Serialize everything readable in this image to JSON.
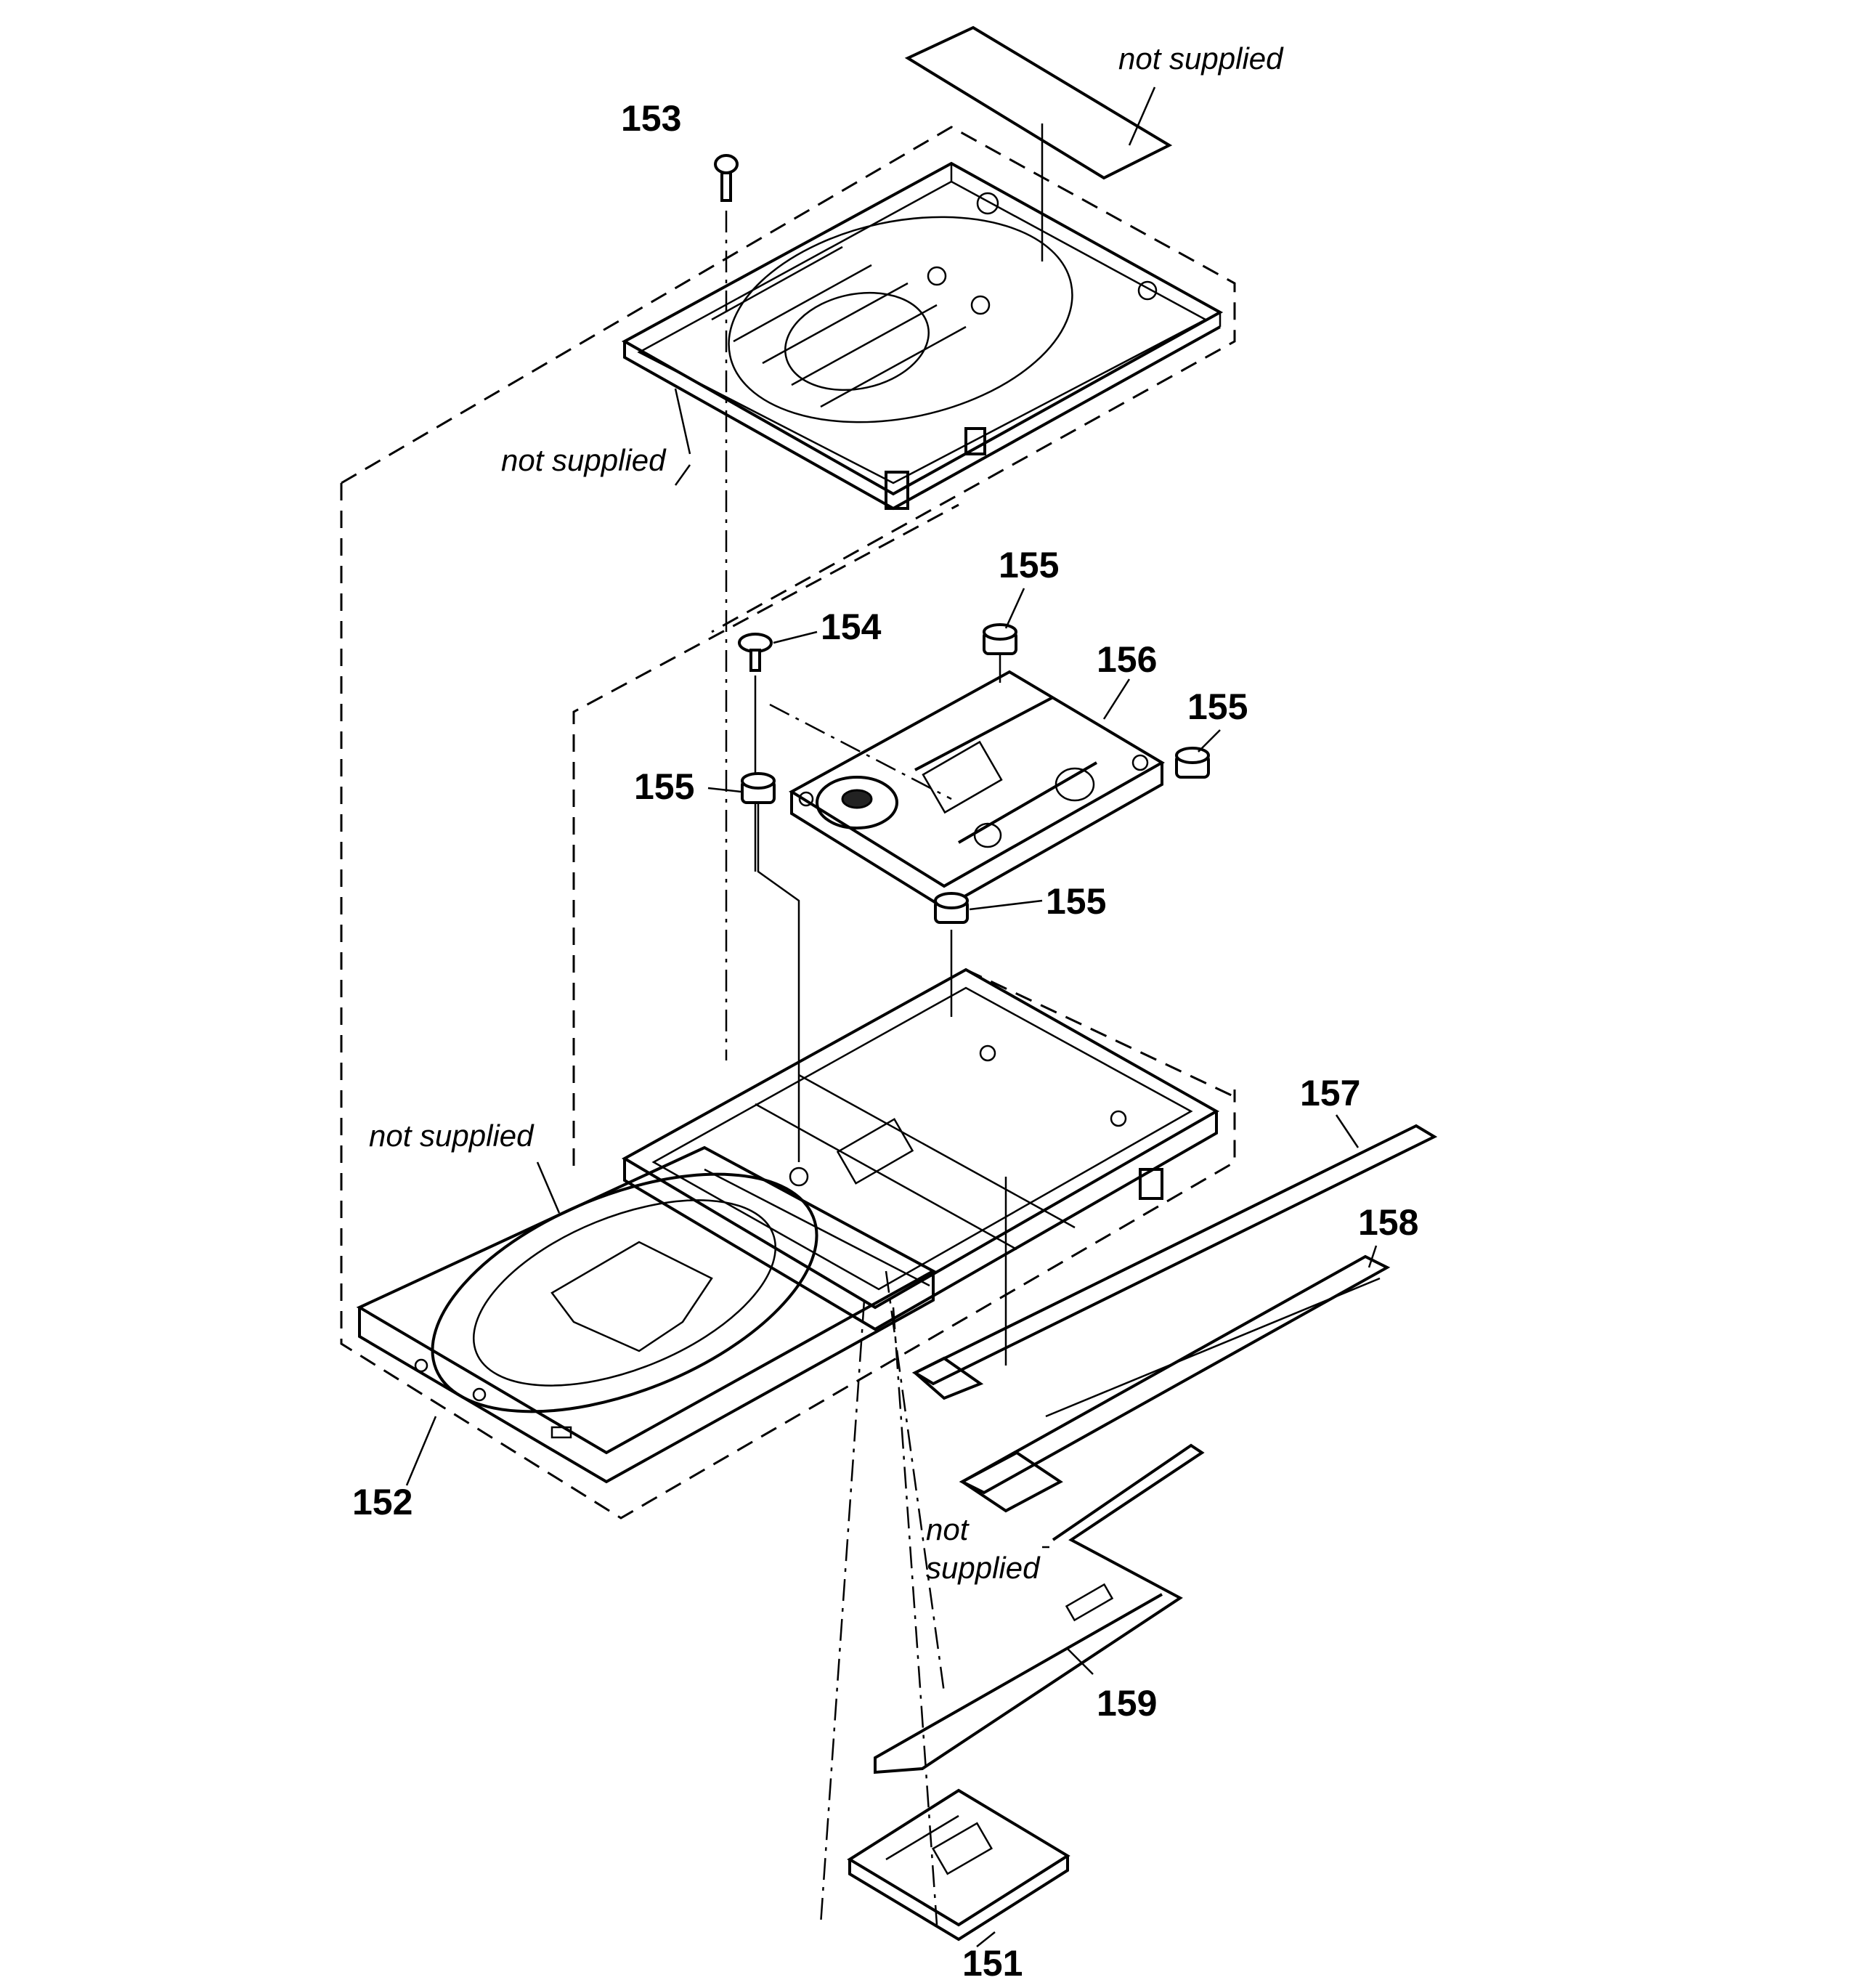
{
  "callouts": {
    "p151": "151",
    "p152": "152",
    "p153": "153",
    "p154": "154",
    "p155a": "155",
    "p155b": "155",
    "p155c": "155",
    "p155d": "155",
    "p156": "156",
    "p157": "157",
    "p158": "158",
    "p159": "159"
  },
  "notes": {
    "top_label": "not supplied",
    "cover_label": "not supplied",
    "tray_label": "not supplied",
    "cable_label_line1": "not",
    "cable_label_line2": "supplied"
  }
}
